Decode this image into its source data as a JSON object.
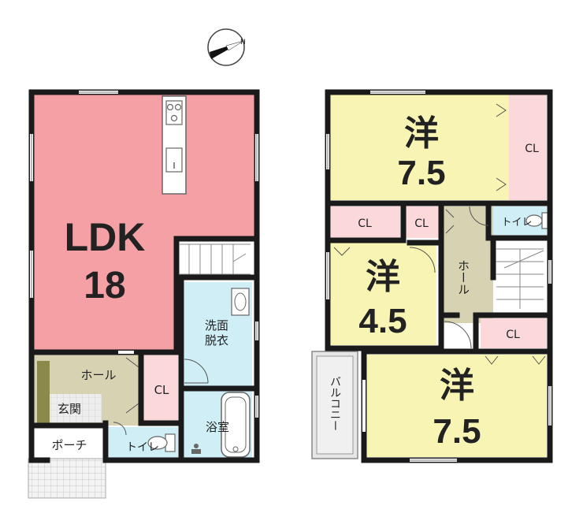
{
  "compass": {
    "north_label": "N"
  },
  "floor1": {
    "ldk": {
      "label": "LDK",
      "size": "18"
    },
    "washroom": {
      "line1": "洗面",
      "line2": "脱衣"
    },
    "hall": "ホール",
    "closet": "CL",
    "entrance": "玄関",
    "porch": "ポーチ",
    "toilet": "トイレ",
    "bath": "浴室"
  },
  "floor2": {
    "room_a": {
      "label": "洋",
      "size": "7.5"
    },
    "room_a_closet": "CL",
    "closet_left": "CL",
    "closet_mid": "CL",
    "toilet": "トイレ",
    "room_b": {
      "label": "洋",
      "size": "4.5"
    },
    "hall": "ホール",
    "balcony": "バルコニー",
    "room_c_closet": "CL",
    "room_c": {
      "label": "洋",
      "size": "7.5"
    }
  },
  "colors": {
    "ldk": "#f4a0a4",
    "western_room": "#f8f5b4",
    "closet": "#fbd8da",
    "wet_area": "#cfeef6",
    "hall": "#d6d2b2",
    "entrance": "#8c8a4a",
    "wall": "#1a1a1a"
  }
}
